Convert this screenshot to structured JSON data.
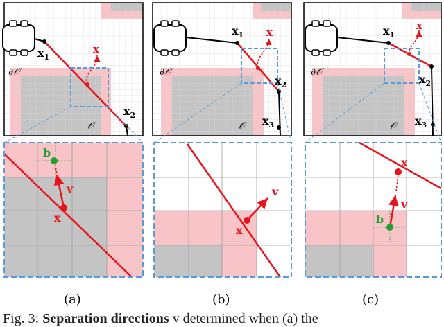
{
  "panels": [
    {
      "id": "a",
      "caption": "(a)",
      "points": [
        "x1",
        "x2"
      ],
      "labels": {
        "x1": "x",
        "x1_sub": "1",
        "x2": "x",
        "x2_sub": "2",
        "x": "x",
        "boundary": "∂𝒪",
        "obstacle": "𝒪"
      },
      "zoom_labels": {
        "b": "b",
        "v": "v",
        "x": "x"
      }
    },
    {
      "id": "b",
      "caption": "(b)",
      "labels": {
        "x1": "x",
        "x1_sub": "1",
        "x2": "x",
        "x2_sub": "2",
        "x3": "x",
        "x3_sub": "3",
        "x": "x",
        "boundary": "∂𝒪",
        "obstacle": "𝒪"
      },
      "zoom_labels": {
        "v": "v",
        "x": "x"
      }
    },
    {
      "id": "c",
      "caption": "(c)",
      "labels": {
        "x1": "x",
        "x1_sub": "1",
        "x2": "x",
        "x2_sub": "2",
        "x3": "x",
        "x3_sub": "3",
        "x": "x",
        "boundary": "∂𝒪",
        "obstacle": "𝒪"
      },
      "zoom_labels": {
        "b": "b",
        "v": "v",
        "x": "x"
      }
    }
  ],
  "caption": {
    "prefix": "Fig. 3: ",
    "bold": "Separation directions",
    "rest": " v determined when (a) the"
  },
  "colors": {
    "path_red": "#e8131b",
    "free_pink": "#f9c4c8",
    "obstacle_gray": "#c4c4c4",
    "zoom_blue": "#5b9bd5",
    "robot_black": "#000000",
    "point_green": "#22a02f"
  }
}
